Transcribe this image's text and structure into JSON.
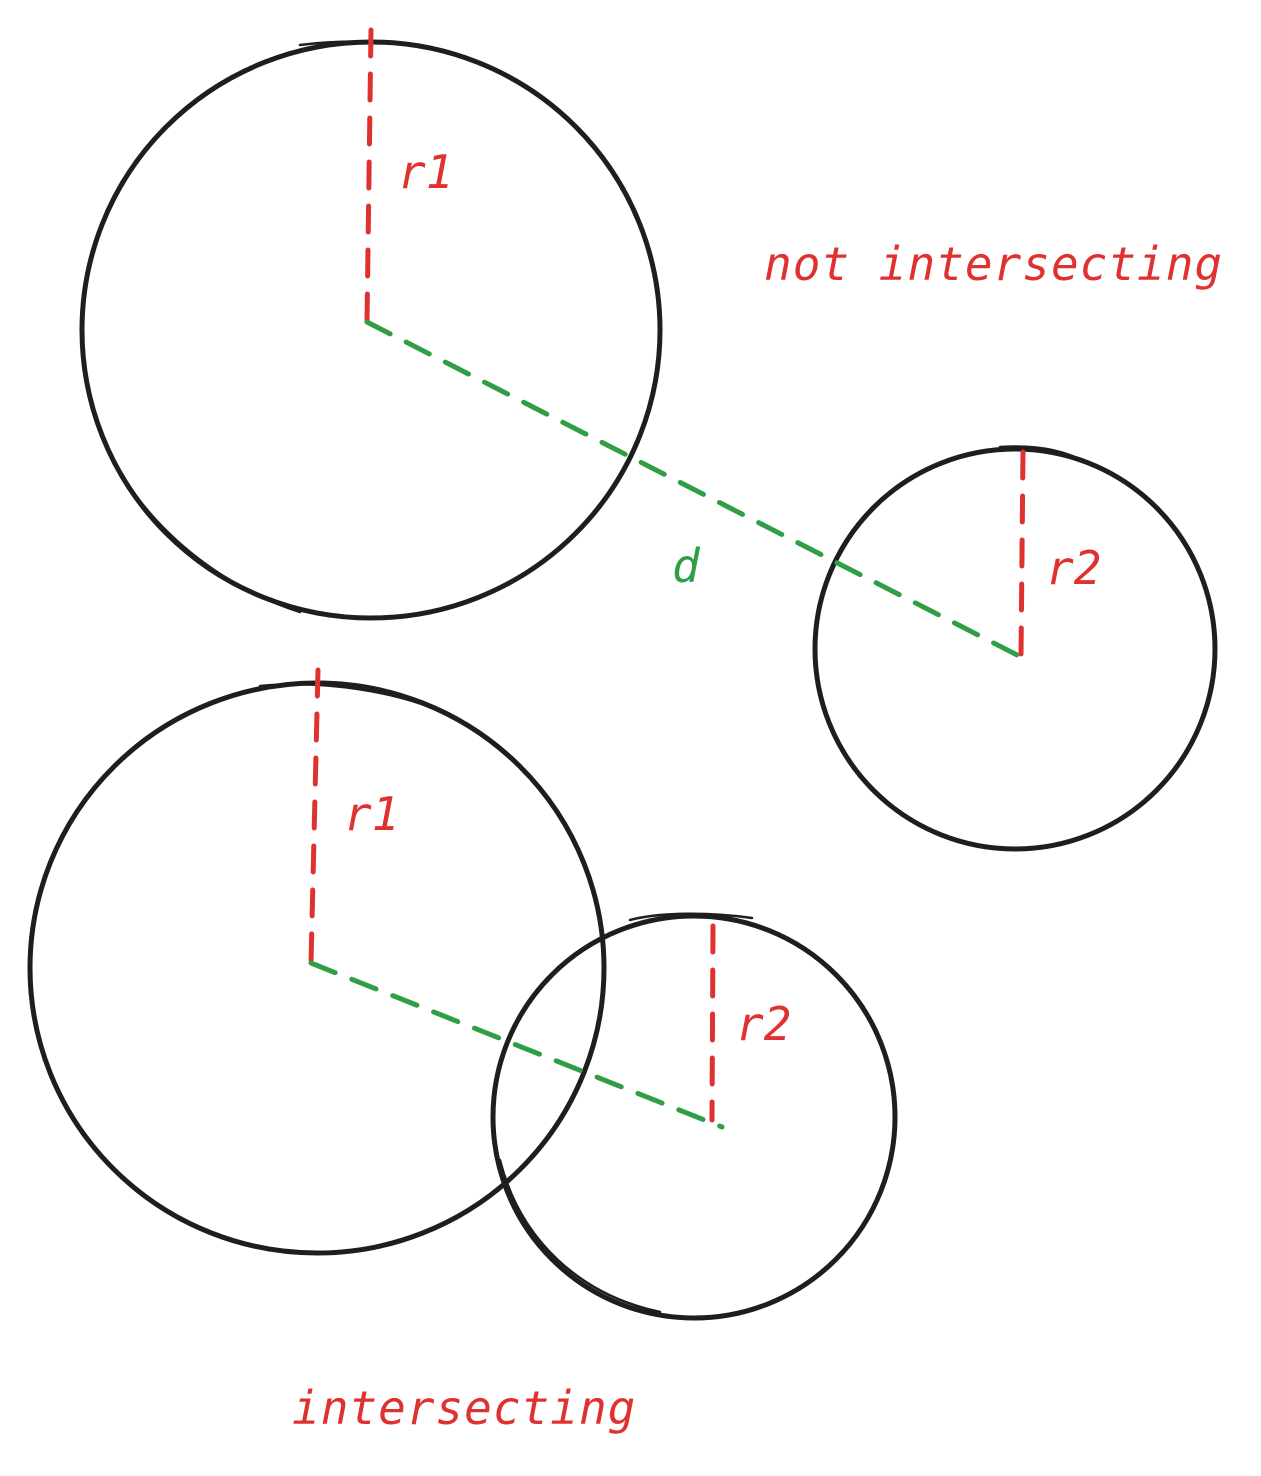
{
  "colors": {
    "stroke": "#1e1e1e",
    "radius": "#e03131",
    "distance": "#2f9e44",
    "background": "#ffffff"
  },
  "top_group": {
    "caption": "not intersecting",
    "circle1": {
      "radius_label": "r1"
    },
    "circle2": {
      "radius_label": "r2"
    },
    "distance_label": "d"
  },
  "bottom_group": {
    "caption": "intersecting",
    "circle1": {
      "radius_label": "r1"
    },
    "circle2": {
      "radius_label": "r2"
    }
  }
}
